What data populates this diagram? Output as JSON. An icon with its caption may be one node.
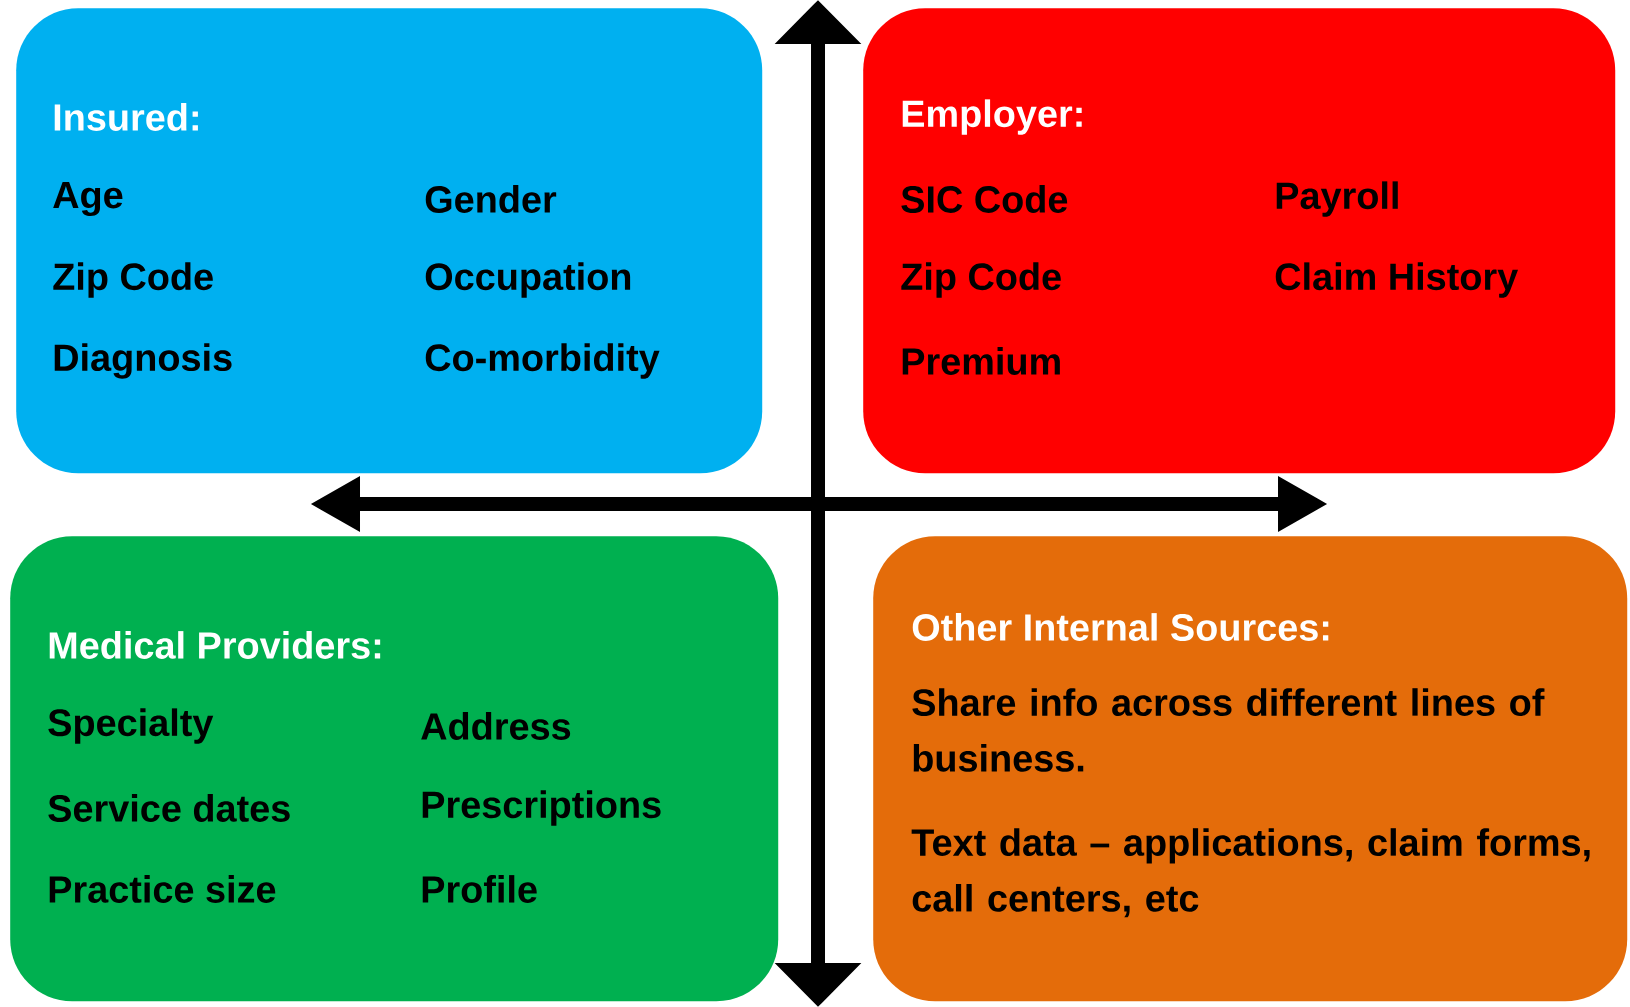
{
  "diagram": {
    "nodes": [
      {
        "text": [
          "Insured:",
          "Age",
          "Gender",
          "Zip Code",
          "Occupation",
          "Diagnosis",
          "Co-morbidity"
        ]
      },
      {
        "text": [
          "Employer:",
          "SIC Code",
          "Payroll",
          "Zip Code",
          "Claim History",
          "Premium"
        ]
      },
      {
        "text": [
          "Medical Providers:",
          "Specialty",
          "Address",
          "Service dates",
          "Prescriptions",
          "Practice size",
          "Profile"
        ]
      },
      {
        "text": [
          "Other Internal Sources:",
          "Share info across different lines of business.",
          "Text data – applications, claim forms, call centers, etc"
        ]
      }
    ]
  }
}
